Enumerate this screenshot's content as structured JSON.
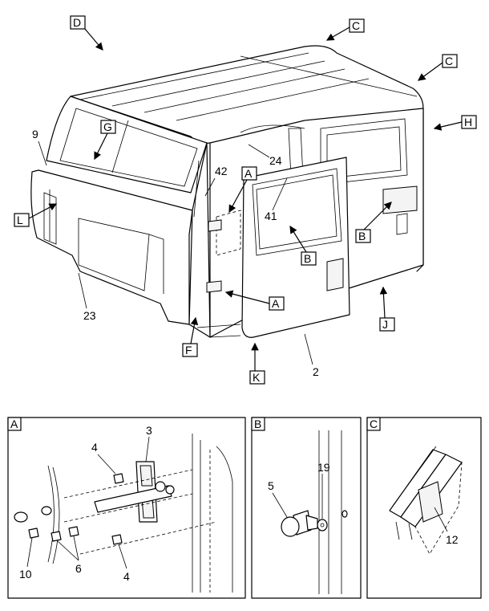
{
  "callouts": {
    "D": "D",
    "C1": "C",
    "C2": "C",
    "H": "H",
    "G": "G",
    "A_top": "A",
    "L": "L",
    "B_mid": "B",
    "B_right": "B",
    "A_lower": "A",
    "F": "F",
    "K": "K",
    "J": "J"
  },
  "part_numbers": {
    "n9": "9",
    "n24": "24",
    "n42": "42",
    "n41": "41",
    "n23": "23",
    "n2": "2"
  },
  "detail_a": {
    "label": "A",
    "parts": {
      "p3": "3",
      "p4a": "4",
      "p4b": "4",
      "p10": "10",
      "p6": "6"
    }
  },
  "detail_b": {
    "label": "B",
    "parts": {
      "p5": "5",
      "p19": "19"
    }
  },
  "detail_c": {
    "label": "C",
    "parts": {
      "p12": "12"
    }
  }
}
